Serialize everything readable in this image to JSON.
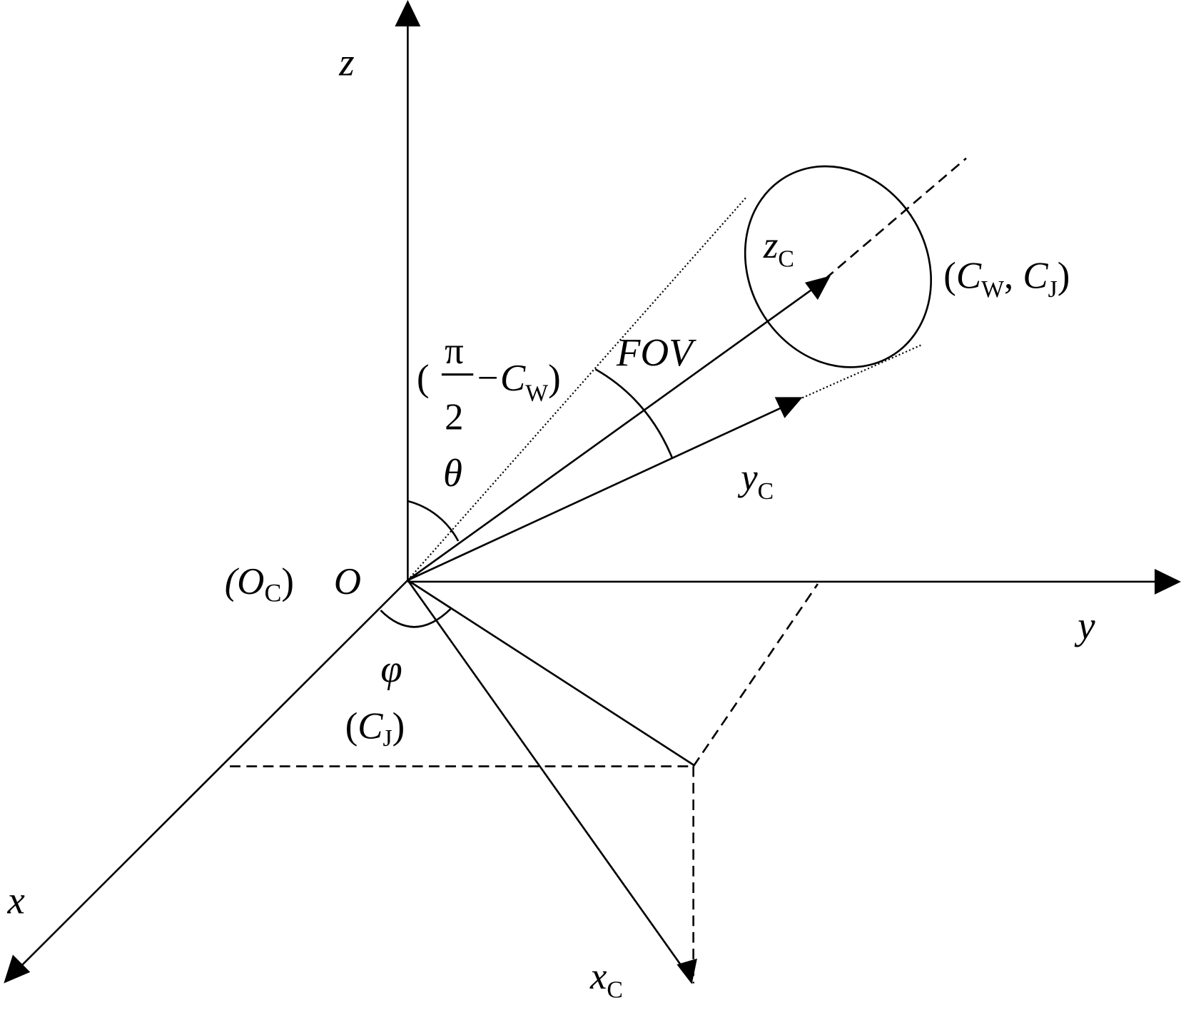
{
  "labels": {
    "z": "z",
    "y": "y",
    "x": "x",
    "origin_cam": "(O",
    "origin_cam_sub": "C",
    "origin_cam_close": ")",
    "origin": "O",
    "theta": "θ",
    "phi": "φ",
    "cj_open": "(",
    "cj_C": "C",
    "cj_sub": "J",
    "cj_close": ")",
    "fov": "FOV",
    "pi": "π",
    "two": "2",
    "minus_cw_open": "(",
    "minus_cw": "−C",
    "minus_cw_sub": "W",
    "minus_cw_close": ")",
    "zc": "z",
    "zc_sub": "C",
    "yc": "y",
    "yc_sub": "C",
    "xc": "x",
    "xc_sub": "C",
    "target_open": "(",
    "target_cw": "C",
    "target_cw_sub": "W",
    "target_sep": ", ",
    "target_cj": "C",
    "target_cj_sub": "J",
    "target_close": ")"
  }
}
